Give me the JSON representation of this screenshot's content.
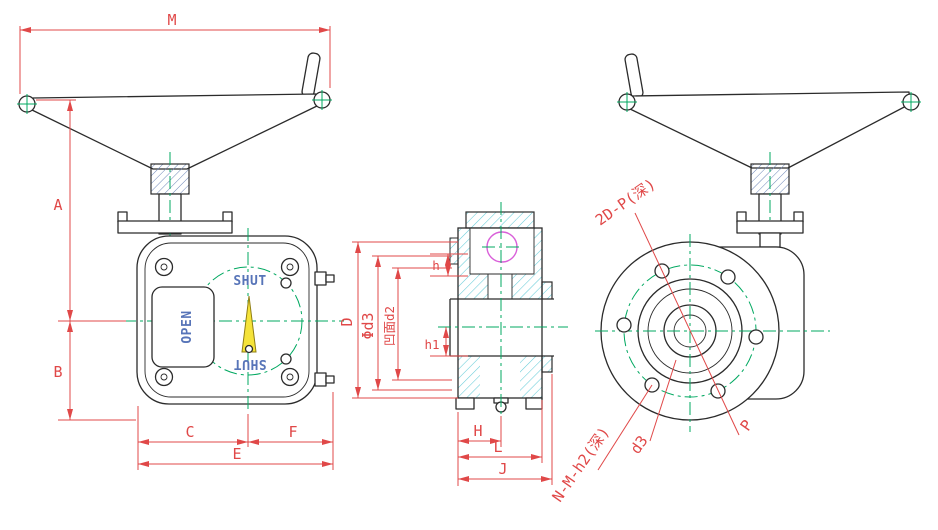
{
  "drawing_type": "valve-gearbox-three-view-technical-drawing",
  "colors": {
    "outline": "#2b2b2b",
    "dimension": "#e04848",
    "centerline": "#00a860",
    "hatch_cyan": "#67ccd8",
    "hatch_blue": "#6d86b8",
    "magenta_detail": "#d95fd9",
    "pointer_yellow": "#f5e33a",
    "indicator_blue": "#5774b8",
    "background": "#ffffff"
  },
  "views": {
    "front": {
      "dimensions": {
        "M": "M",
        "A": "A",
        "B": "B",
        "C": "C",
        "F": "F",
        "E": "E"
      },
      "indicator": {
        "shut_top": "SHUT",
        "open": "OPEN",
        "shut_bottom": "SHUT"
      }
    },
    "section": {
      "dimensions": {
        "D": "D",
        "phi_d3": "Φd3",
        "concave_d2": "凹面d2",
        "h": "h",
        "h1": "h1",
        "H": "H",
        "L": "L",
        "J": "J"
      }
    },
    "rear": {
      "annotations": {
        "top_holes": "2D-P(深)",
        "bolt_holes": "N-M-h2(深)",
        "d3": "d3",
        "P": "P"
      }
    }
  }
}
